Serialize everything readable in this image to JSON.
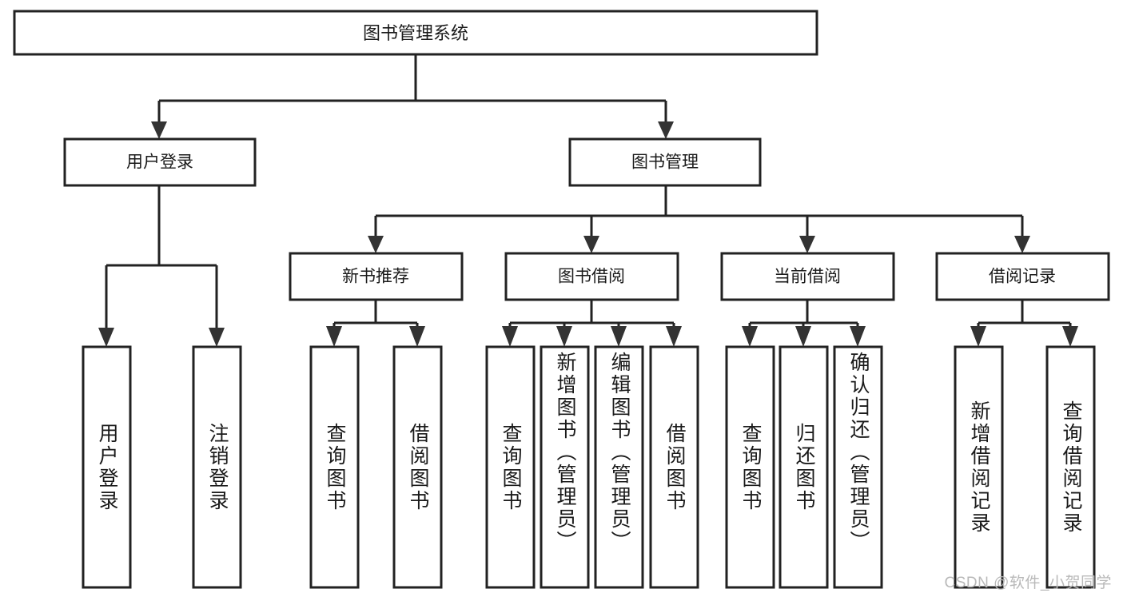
{
  "diagram": {
    "type": "tree-hierarchy-chart",
    "title": "图书管理系统",
    "watermark": "CSDN @软件_小贺同学",
    "colors": {
      "stroke": "#222222",
      "fill": "#ffffff",
      "text": "#1a1a1a",
      "watermark": "#b9b9b9"
    },
    "levels": {
      "level1_label": "图书管理系统",
      "level2_labels": [
        "用户登录",
        "图书管理"
      ],
      "level3_labels": [
        "新书推荐",
        "图书借阅",
        "当前借阅",
        "借阅记录"
      ]
    },
    "nodes": {
      "root": {
        "label": "图书管理系统",
        "orientation": "horizontal"
      },
      "user_login": {
        "label": "用户登录",
        "orientation": "horizontal"
      },
      "book_manage": {
        "label": "图书管理",
        "orientation": "horizontal"
      },
      "new_book_rec": {
        "label": "新书推荐",
        "orientation": "horizontal"
      },
      "book_borrow": {
        "label": "图书借阅",
        "orientation": "horizontal"
      },
      "current_borrow": {
        "label": "当前借阅",
        "orientation": "horizontal"
      },
      "borrow_record": {
        "label": "借阅记录",
        "orientation": "horizontal"
      },
      "leaf_user_login": {
        "label": "用户登录",
        "orientation": "vertical"
      },
      "leaf_user_logout": {
        "label": "注销登录",
        "orientation": "vertical"
      },
      "leaf_query_book_1": {
        "label": "查询图书",
        "orientation": "vertical"
      },
      "leaf_borrow_book_1": {
        "label": "借阅图书",
        "orientation": "vertical"
      },
      "leaf_query_book_2": {
        "label": "查询图书",
        "orientation": "vertical"
      },
      "leaf_add_book": {
        "label": "新增图书（管理员）",
        "orientation": "vertical"
      },
      "leaf_edit_book": {
        "label": "编辑图书（管理员）",
        "orientation": "vertical"
      },
      "leaf_borrow_book_2": {
        "label": "借阅图书",
        "orientation": "vertical"
      },
      "leaf_query_book_3": {
        "label": "查询图书",
        "orientation": "vertical"
      },
      "leaf_return_book": {
        "label": "归还图书",
        "orientation": "vertical"
      },
      "leaf_confirm_return": {
        "label": "确认归还（管理员）",
        "orientation": "vertical"
      },
      "leaf_add_record": {
        "label": "新增借阅记录",
        "orientation": "vertical"
      },
      "leaf_query_record": {
        "label": "查询借阅记录",
        "orientation": "vertical"
      }
    },
    "edges": [
      {
        "from": "root",
        "to": "user_login"
      },
      {
        "from": "root",
        "to": "book_manage"
      },
      {
        "from": "user_login",
        "to": "leaf_user_login"
      },
      {
        "from": "user_login",
        "to": "leaf_user_logout"
      },
      {
        "from": "book_manage",
        "to": "new_book_rec"
      },
      {
        "from": "book_manage",
        "to": "book_borrow"
      },
      {
        "from": "book_manage",
        "to": "current_borrow"
      },
      {
        "from": "book_manage",
        "to": "borrow_record"
      },
      {
        "from": "new_book_rec",
        "to": "leaf_query_book_1"
      },
      {
        "from": "new_book_rec",
        "to": "leaf_borrow_book_1"
      },
      {
        "from": "book_borrow",
        "to": "leaf_query_book_2"
      },
      {
        "from": "book_borrow",
        "to": "leaf_add_book"
      },
      {
        "from": "book_borrow",
        "to": "leaf_edit_book"
      },
      {
        "from": "book_borrow",
        "to": "leaf_borrow_book_2"
      },
      {
        "from": "current_borrow",
        "to": "leaf_query_book_3"
      },
      {
        "from": "current_borrow",
        "to": "leaf_return_book"
      },
      {
        "from": "current_borrow",
        "to": "leaf_confirm_return"
      },
      {
        "from": "borrow_record",
        "to": "leaf_add_record"
      },
      {
        "from": "borrow_record",
        "to": "leaf_query_record"
      }
    ]
  }
}
